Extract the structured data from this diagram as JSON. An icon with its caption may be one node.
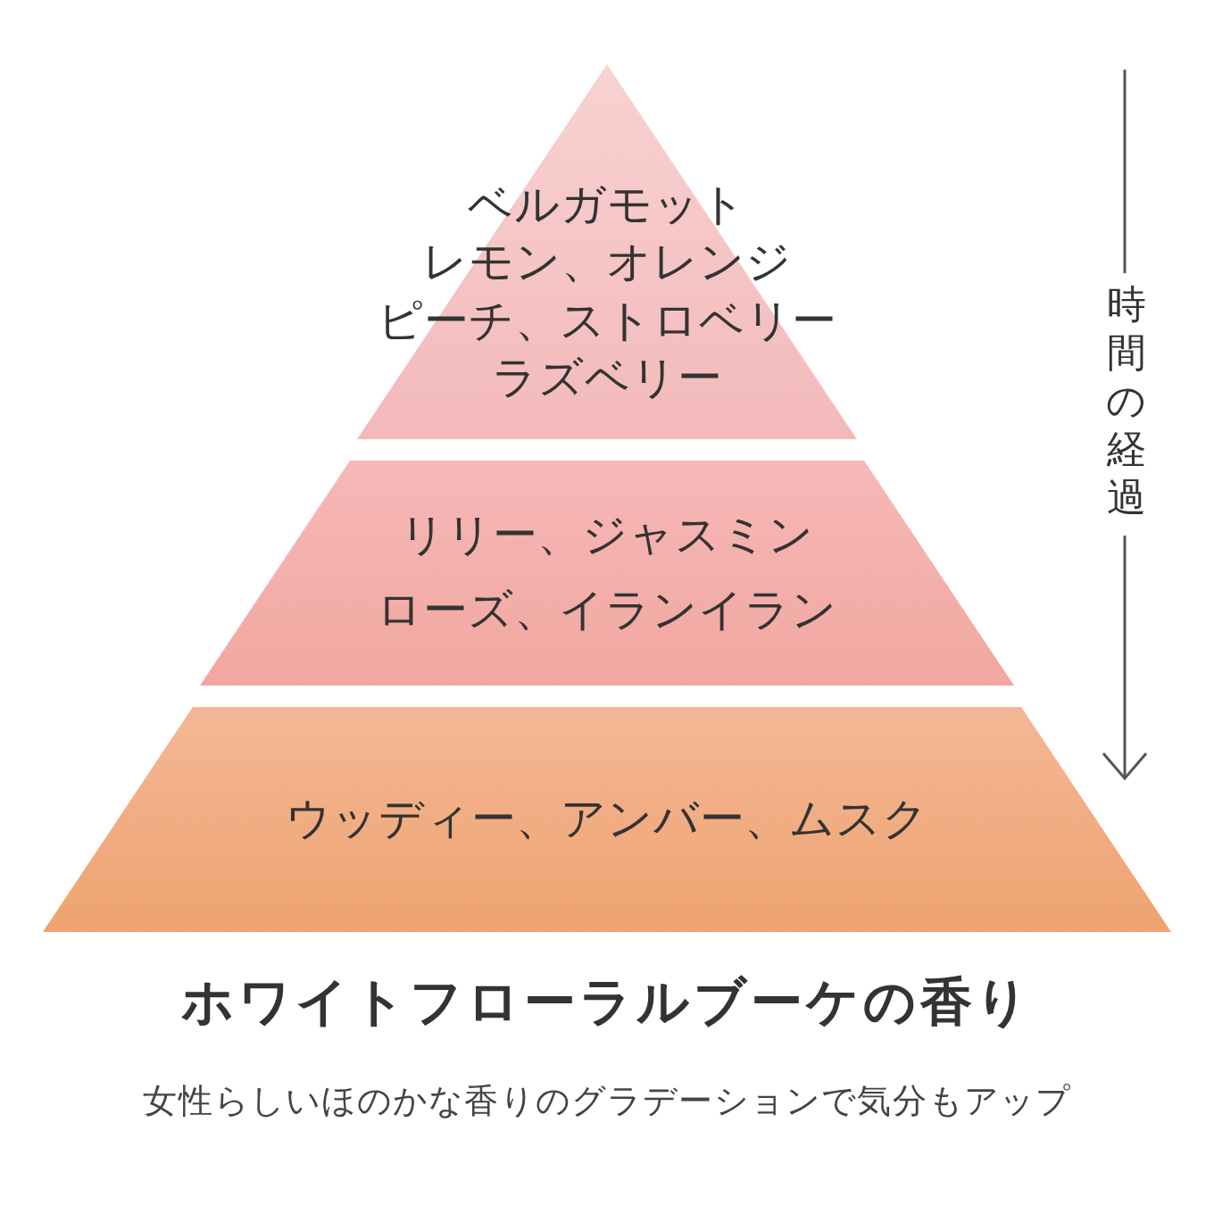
{
  "diagram": {
    "title": "ホワイトフローラルブーケの香り",
    "caption": "女性らしいほのかな香りのグラデーションで気分もアップ",
    "nodes": [
      {
        "text": [
          "ベルガモット",
          "レモン、オレンジ",
          "ピーチ、ストロベリー",
          "ラズベリー"
        ]
      },
      {
        "text": [
          "リリー、ジャスミン",
          "ローズ、イランイラン"
        ]
      },
      {
        "text": [
          "ウッディー、アンバー、ムスク"
        ]
      }
    ],
    "labels": [
      "時間の経過"
    ]
  }
}
